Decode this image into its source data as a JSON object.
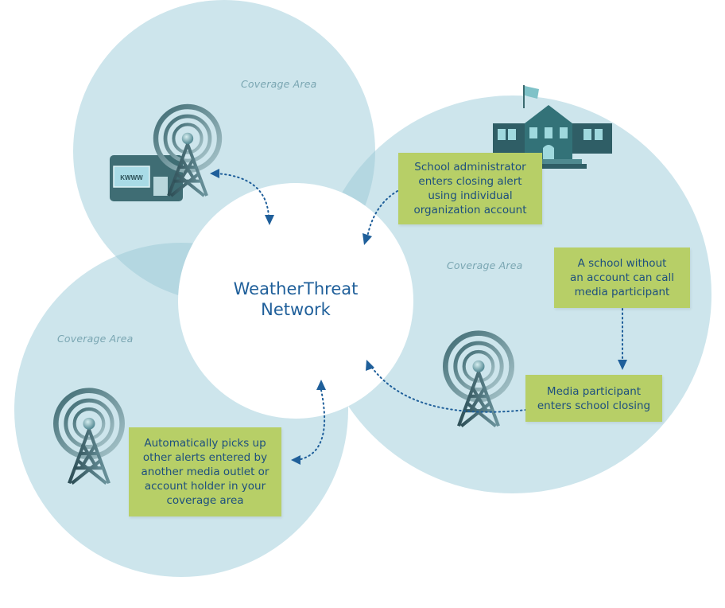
{
  "diagram": {
    "center": {
      "title_line1": "WeatherThreat",
      "title_line2": "Network"
    },
    "coverage_labels": [
      {
        "text": "Coverage Area"
      },
      {
        "text": "Coverage Area"
      },
      {
        "text": "Coverage Area"
      }
    ],
    "notes": {
      "school_admin": "School administrator\nenters closing alert\nusing individual\norganization account",
      "school_no_account": "A school without\nan account can call\nmedia participant",
      "media_participant": "Media participant\nenters school closing",
      "auto_pickup": "Automatically picks up\nother alerts entered by\nanother media outlet or\naccount holder in your\ncoverage area"
    },
    "icons": {
      "station_sign": "KWWW"
    },
    "colors": {
      "coverage_fill": "#c9e3ea",
      "overlap_fill": "#b3d6e0",
      "center_fill": "#ffffff",
      "note_fill": "#b7cf67",
      "note_text": "#1d4f7e",
      "arrow": "#1f5f9a",
      "tower": "#3f6670",
      "school": "#2f6a70"
    }
  }
}
